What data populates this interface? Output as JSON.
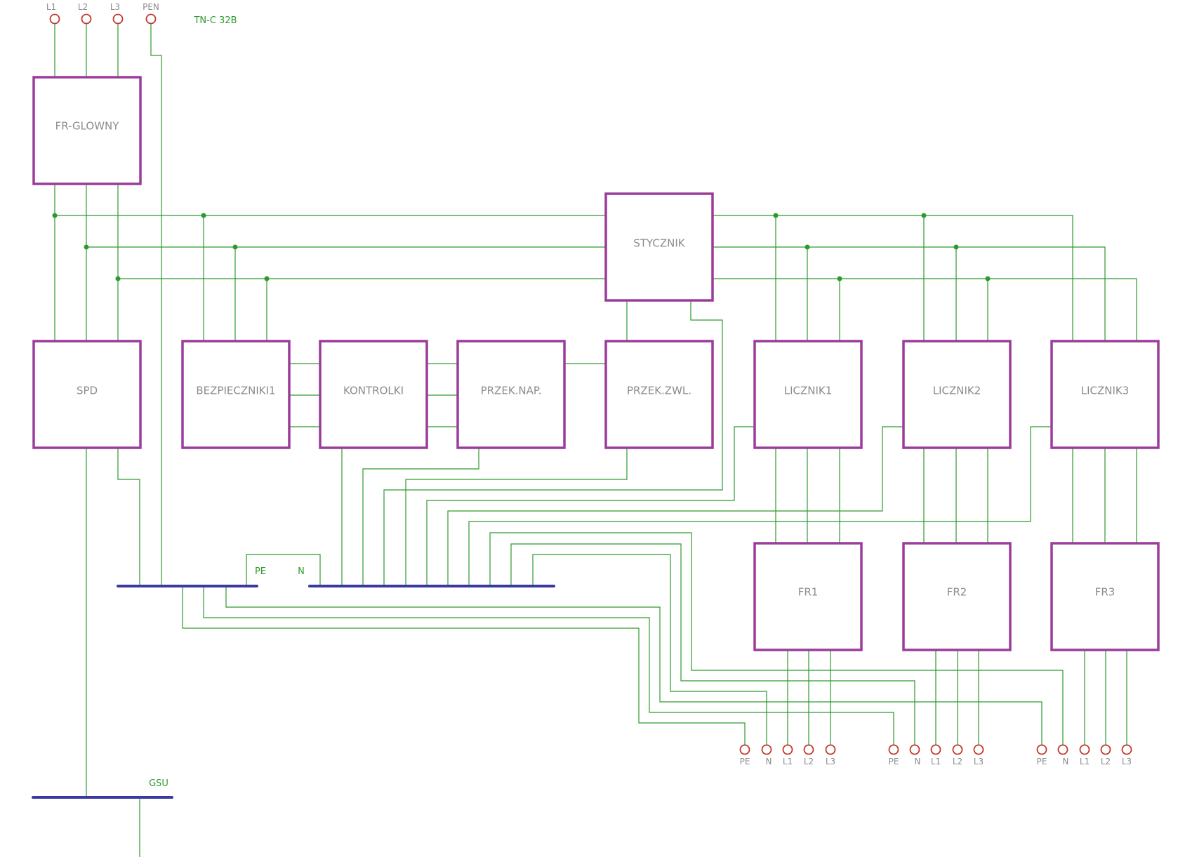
{
  "colors": {
    "block_border": "#9b3b9b",
    "wire": "#2e9a2e",
    "bus": "#3a3aa0",
    "terminal": "#c0392b",
    "block_text": "#8c8c8c"
  },
  "network_label": "TN-C 32B",
  "supply_terminals": [
    "L1",
    "L2",
    "L3",
    "PEN"
  ],
  "blocks": {
    "fr_glowny": "FR-GLOWNY",
    "stycznik": "STYCZNIK",
    "spd": "SPD",
    "bezpieczniki": "BEZPIECZNIKI1",
    "kontrolki": "KONTROLKI",
    "przek_nap": "PRZEK.NAP.",
    "przek_zwl": "PRZEK.ZWL.",
    "licznik1": "LICZNIK1",
    "licznik2": "LICZNIK2",
    "licznik3": "LICZNIK3",
    "fr1": "FR1",
    "fr2": "FR2",
    "fr3": "FR3"
  },
  "bus_labels": {
    "pe": "PE",
    "n": "N",
    "gsu": "GSU"
  },
  "output_groups": [
    {
      "terminals": [
        "PE",
        "N",
        "L1",
        "L2",
        "L3"
      ]
    },
    {
      "terminals": [
        "PE",
        "N",
        "L1",
        "L2",
        "L3"
      ]
    },
    {
      "terminals": [
        "PE",
        "N",
        "L1",
        "L2",
        "L3"
      ]
    }
  ]
}
